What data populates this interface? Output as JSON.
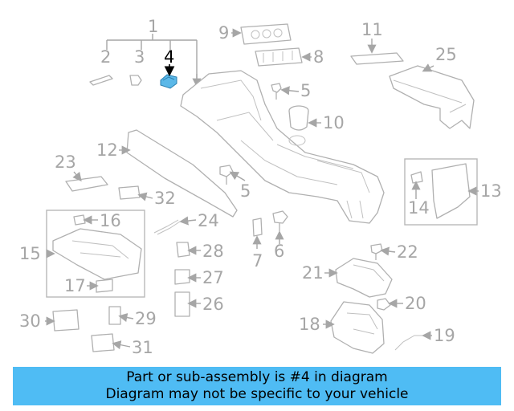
{
  "diagram": {
    "highlighted_part": "4",
    "highlight_color": "#5bb8e8",
    "banner_color": "#4fbcf4",
    "callouts": [
      "1",
      "2",
      "3",
      "4",
      "5",
      "5",
      "6",
      "7",
      "8",
      "9",
      "10",
      "11",
      "12",
      "13",
      "14",
      "15",
      "16",
      "17",
      "18",
      "19",
      "20",
      "21",
      "22",
      "23",
      "24",
      "25",
      "26",
      "27",
      "28",
      "29",
      "30",
      "31"
    ]
  },
  "banner": {
    "line1": "Part or sub-assembly is #4 in diagram",
    "line2": "Diagram may not be specific to your vehicle"
  }
}
